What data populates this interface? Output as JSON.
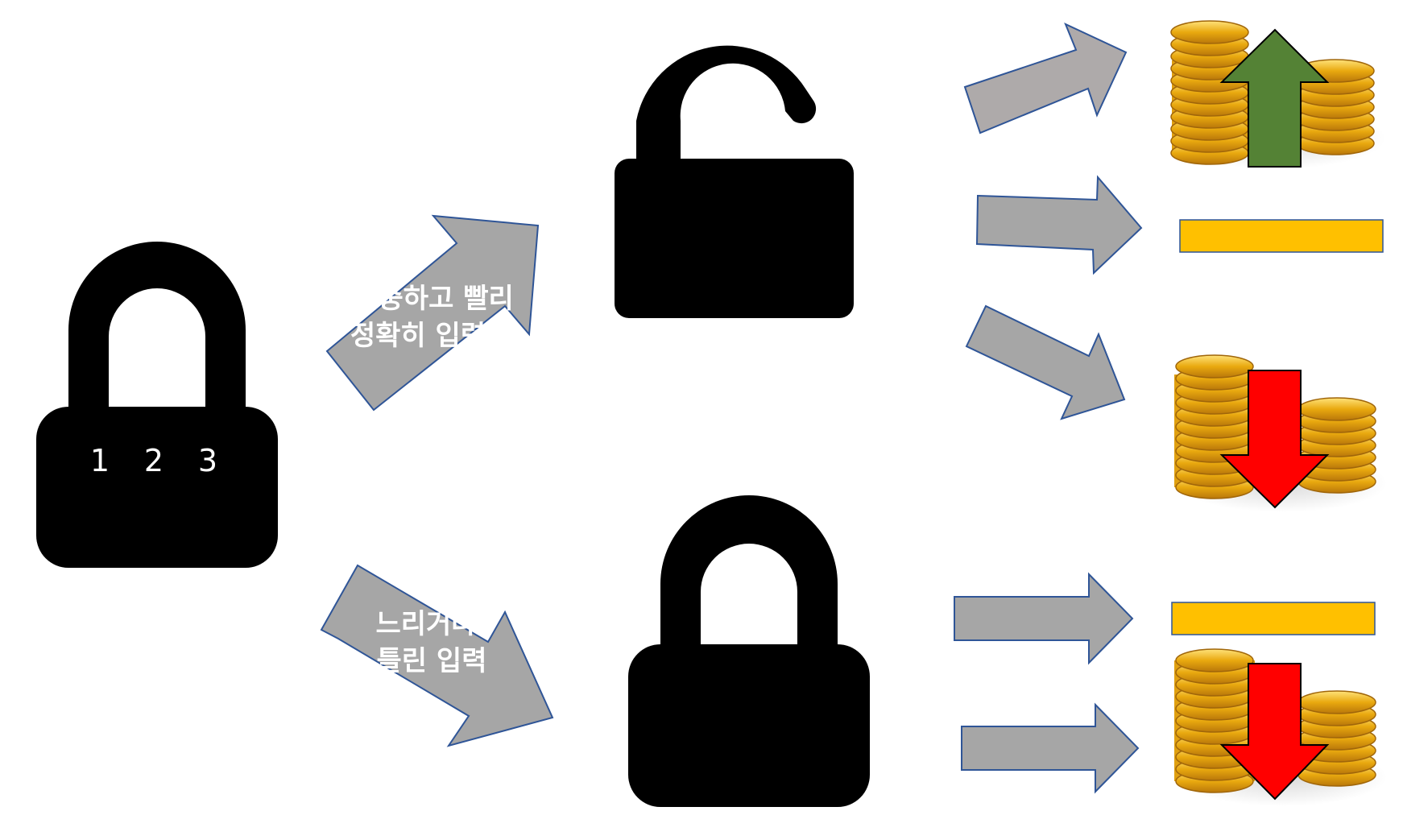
{
  "locked_padlock": {
    "pin_digits": [
      "1",
      "2",
      "3"
    ]
  },
  "arrow_success": {
    "lines": [
      "신중하고 빨리",
      "정확히 입력"
    ]
  },
  "arrow_failure": {
    "lines": [
      "느리거나",
      "틀린 입력"
    ]
  },
  "outcomes": [
    {
      "state": "unlocked",
      "result": "coins-up"
    },
    {
      "state": "unlocked",
      "result": "neutral-bar"
    },
    {
      "state": "unlocked",
      "result": "coins-down"
    },
    {
      "state": "locked",
      "result": "neutral-bar"
    },
    {
      "state": "locked",
      "result": "coins-down"
    }
  ],
  "colors": {
    "lock": "#000000",
    "arrow_fill": "#a6a6a6",
    "arrow_fill_dark": "#aeaaaa",
    "arrow_stroke": "#2f5597",
    "up_arrow": "#548235",
    "down_arrow": "#ff0000",
    "neutral_bar": "#ffc000",
    "neutral_bar_stroke": "#2f5597",
    "coin": "#e6a812"
  }
}
